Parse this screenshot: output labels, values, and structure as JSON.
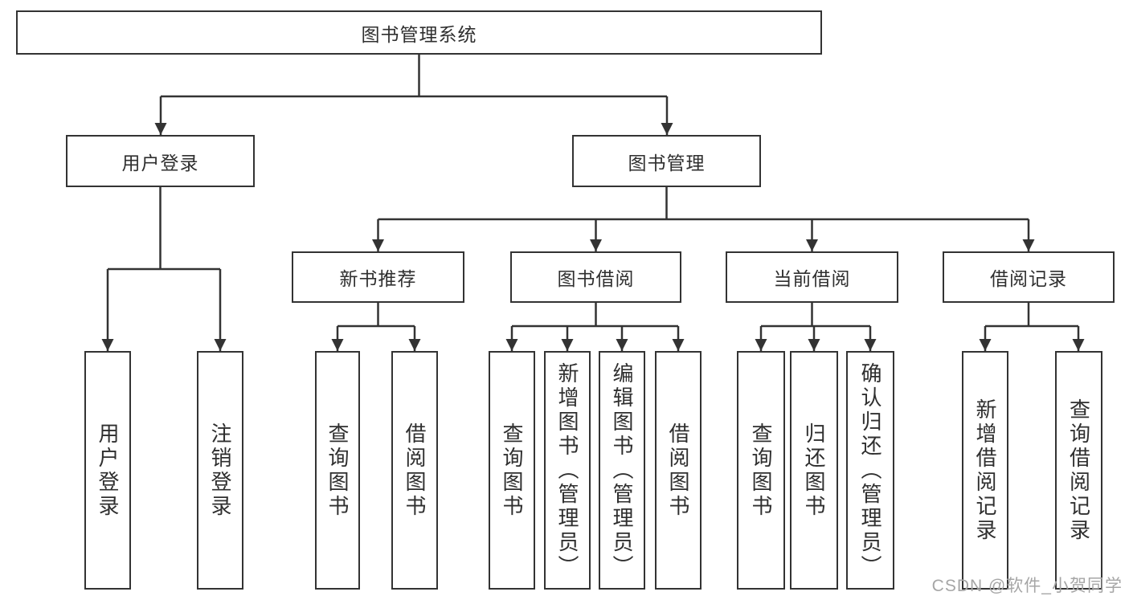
{
  "colors": {
    "line": "#333333",
    "text": "#2f2f2f",
    "box_bg": "#ffffff",
    "watermark": "#a6a6a6"
  },
  "nodes": {
    "root": {
      "label": "图书管理系统"
    },
    "user_login": {
      "label": "用户登录"
    },
    "book_mgmt": {
      "label": "图书管理"
    },
    "new_book_rec": {
      "label": "新书推荐"
    },
    "book_borrow": {
      "label": "图书借阅"
    },
    "current_borrow": {
      "label": "当前借阅"
    },
    "borrow_records": {
      "label": "借阅记录"
    },
    "ul_login": {
      "label": "用户登录"
    },
    "ul_logout": {
      "label": "注销登录"
    },
    "nr_query_books": {
      "label": "查询图书"
    },
    "nr_borrow_books": {
      "label": "借阅图书"
    },
    "bb_query_books": {
      "label": "查询图书"
    },
    "bb_add_books": {
      "label": "新增图书（管理员）"
    },
    "bb_edit_books": {
      "label": "编辑图书（管理员）"
    },
    "bb_borrow_books": {
      "label": "借阅图书"
    },
    "cb_query_books": {
      "label": "查询图书"
    },
    "cb_return_books": {
      "label": "归还图书"
    },
    "cb_confirm_return": {
      "label": "确认归还（管理员）"
    },
    "br_add_record": {
      "label": "新增借阅记录"
    },
    "br_query_record": {
      "label": "查询借阅记录"
    }
  },
  "watermark": {
    "text": "CSDN @软件_小贺同学"
  }
}
